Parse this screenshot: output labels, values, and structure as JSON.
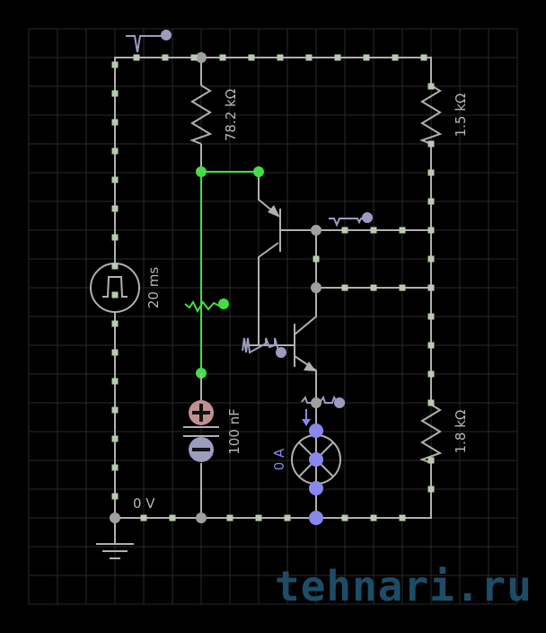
{
  "circuit": {
    "resistors": [
      {
        "id": "r1",
        "value": "78.2 kΩ"
      },
      {
        "id": "r2",
        "value": "1.5 kΩ"
      },
      {
        "id": "r3",
        "value": "1.8 kΩ"
      }
    ],
    "capacitor": {
      "value": "100 nF"
    },
    "pulse_source": {
      "period": "20 ms"
    },
    "ground_label": "0 V",
    "lamp_current": "0 A"
  },
  "watermark": "tehnari.ru",
  "colors": {
    "background": "#000000",
    "grid": "#2a2a2a",
    "wire": "#b0b0b0",
    "active_wire": "#44dd44",
    "current_probe": "#8888ee",
    "capacitor_plus": "#c09090",
    "capacitor_minus": "#9c9cc0",
    "wire_dot": "#b8cbb0"
  }
}
